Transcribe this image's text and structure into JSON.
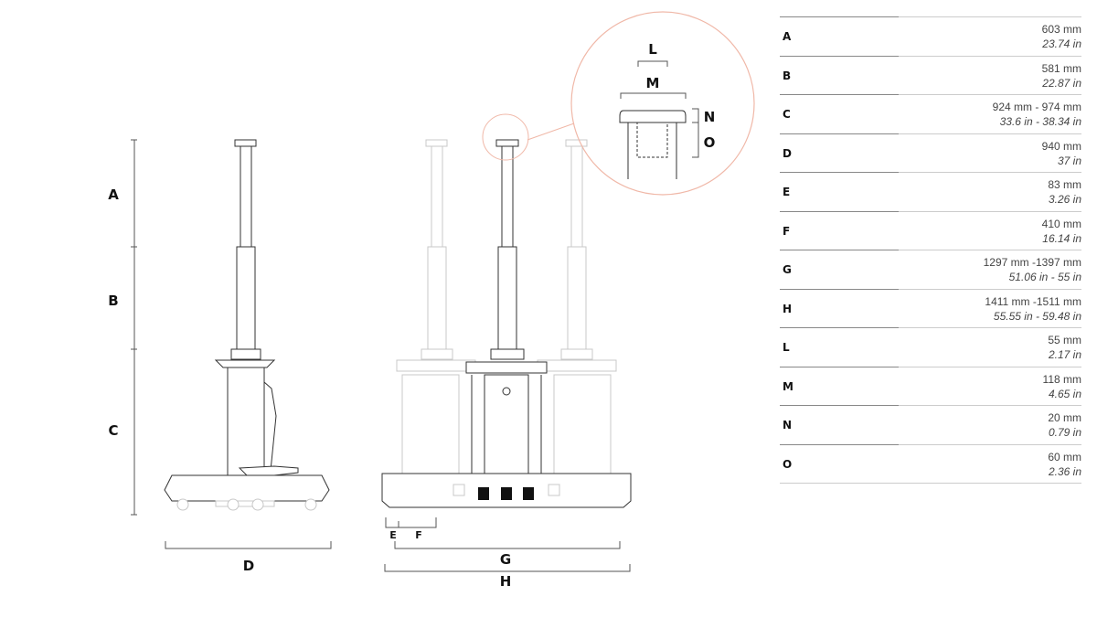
{
  "labels": {
    "A": "A",
    "B": "B",
    "C": "C",
    "D": "D",
    "E": "E",
    "F": "F",
    "G": "G",
    "H": "H",
    "L": "L",
    "M": "M",
    "N": "N",
    "O": "O"
  },
  "colors": {
    "detail_circle": "#f0b8a8",
    "line_dark": "#333333",
    "line_faded": "#c8c8c8"
  },
  "specs": [
    {
      "key": "A",
      "mm": "603 mm",
      "in": "23.74 in"
    },
    {
      "key": "B",
      "mm": "581 mm",
      "in": "22.87 in"
    },
    {
      "key": "C",
      "mm": "924 mm - 974 mm",
      "in": "33.6 in - 38.34 in"
    },
    {
      "key": "D",
      "mm": "940 mm",
      "in": "37 in"
    },
    {
      "key": "E",
      "mm": "83 mm",
      "in": "3.26 in"
    },
    {
      "key": "F",
      "mm": "410 mm",
      "in": "16.14 in"
    },
    {
      "key": "G",
      "mm": "1297 mm -1397 mm",
      "in": "51.06 in - 55 in"
    },
    {
      "key": "H",
      "mm": "1411 mm -1511 mm",
      "in": "55.55 in - 59.48 in"
    },
    {
      "key": "L",
      "mm": "55 mm",
      "in": "2.17 in"
    },
    {
      "key": "M",
      "mm": "118 mm",
      "in": "4.65 in"
    },
    {
      "key": "N",
      "mm": "20 mm",
      "in": "0.79 in"
    },
    {
      "key": "O",
      "mm": "60 mm",
      "in": "2.36 in"
    }
  ]
}
